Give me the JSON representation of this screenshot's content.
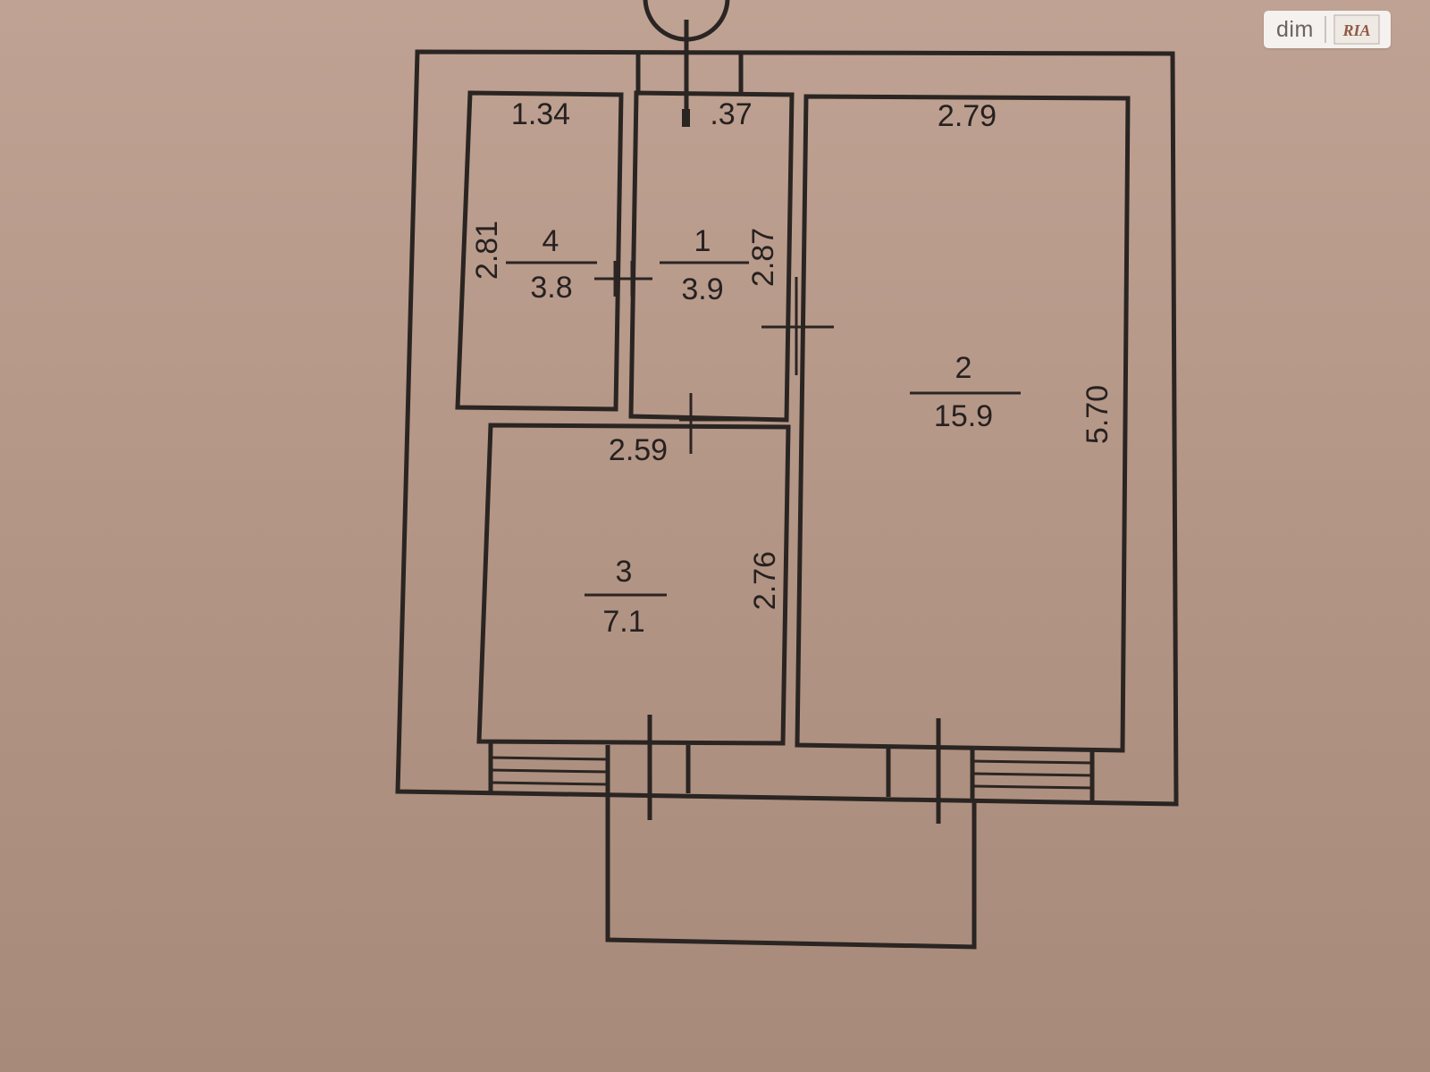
{
  "watermark": {
    "site": "dim",
    "logo": "RIA"
  },
  "rooms": [
    {
      "id": "4",
      "number": "4",
      "area": "3.8",
      "width_label": "1.34",
      "height_label": "2.81"
    },
    {
      "id": "1",
      "number": "1",
      "area": "3.9",
      "width_label": ".37",
      "height_label": "2.87"
    },
    {
      "id": "2",
      "number": "2",
      "area": "15.9",
      "width_label": "2.79",
      "height_label": "5.70"
    },
    {
      "id": "3",
      "number": "3",
      "area": "7.1",
      "width_label": "2.59",
      "height_label": "2.76"
    }
  ]
}
